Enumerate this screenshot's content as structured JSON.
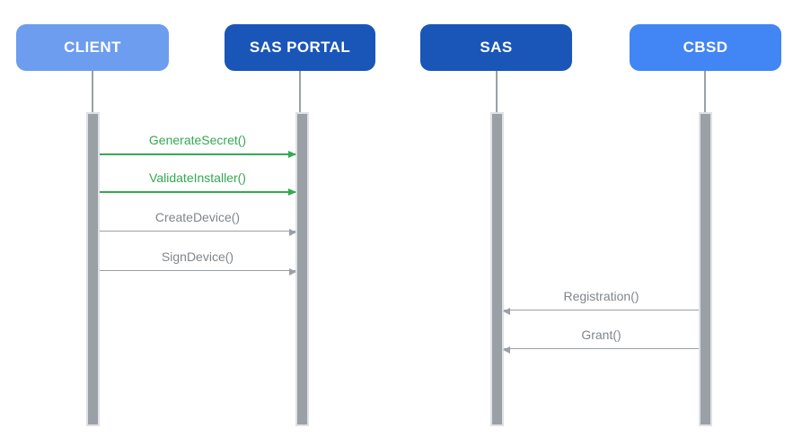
{
  "diagram": {
    "type": "sequence-diagram",
    "actors": [
      {
        "label": "CLIENT",
        "fill": "#6C9DEE",
        "text_color": "#FFFFFF"
      },
      {
        "label": "SAS PORTAL",
        "fill": "#1A56B8",
        "text_color": "#FFFFFF"
      },
      {
        "label": "SAS",
        "fill": "#1A56B8",
        "text_color": "#FFFFFF"
      },
      {
        "label": "CBSD",
        "fill": "#4285F4",
        "text_color": "#FFFFFF"
      }
    ],
    "messages": [
      {
        "label": "GenerateSecret()",
        "from": "CLIENT",
        "to": "SAS PORTAL",
        "direction": "right",
        "color": "#34A853"
      },
      {
        "label": "ValidateInstaller()",
        "from": "CLIENT",
        "to": "SAS PORTAL",
        "direction": "right",
        "color": "#34A853"
      },
      {
        "label": "CreateDevice()",
        "from": "CLIENT",
        "to": "SAS PORTAL",
        "direction": "right",
        "color": "#80868B"
      },
      {
        "label": "SignDevice()",
        "from": "CLIENT",
        "to": "SAS PORTAL",
        "direction": "right",
        "color": "#80868B"
      },
      {
        "label": "Registration()",
        "from": "CBSD",
        "to": "SAS",
        "direction": "left",
        "color": "#80868B"
      },
      {
        "label": "Grant()",
        "from": "CBSD",
        "to": "SAS",
        "direction": "left",
        "color": "#80868B"
      }
    ],
    "colors": {
      "background": "#FFFFFF",
      "lifeline": "#9AA0A6",
      "activation_fill": "#9AA0A6",
      "activation_border": "#DFE1E5",
      "green_arrow": "#34A853",
      "gray_arrow_line": "#9AA0A6",
      "gray_label": "#80868B"
    }
  }
}
